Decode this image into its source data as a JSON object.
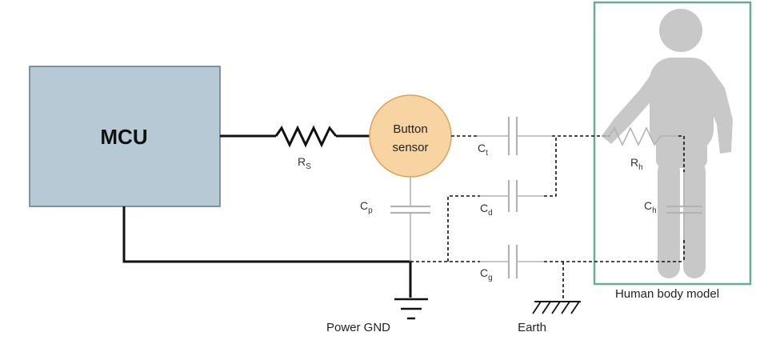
{
  "mcu": {
    "label": "MCU",
    "fill": "#b7c9d4",
    "stroke": "#5a7a8f"
  },
  "button": {
    "line1": "Button",
    "line2": "sensor",
    "fill": "#f8d4a2",
    "stroke": "#d9a35a"
  },
  "labels": {
    "rs": {
      "main": "R",
      "sub": "S"
    },
    "cp": {
      "main": "C",
      "sub": "p"
    },
    "ct": {
      "main": "C",
      "sub": "t"
    },
    "cd": {
      "main": "C",
      "sub": "d"
    },
    "cg": {
      "main": "C",
      "sub": "g"
    },
    "rh": {
      "main": "R",
      "sub": "h"
    },
    "ch": {
      "main": "C",
      "sub": "h"
    }
  },
  "power_gnd": "Power GND",
  "earth": "Earth",
  "human_body_model": "Human body model",
  "colors": {
    "human_box_border": "#6aaa98",
    "human_silhouette": "#c8c8c8",
    "wire": "#111111",
    "component_grey": "#b3b3b3"
  },
  "icons": [
    "resistor-icon",
    "capacitor-icon",
    "ground-icon",
    "earth-icon",
    "human-silhouette-icon"
  ]
}
